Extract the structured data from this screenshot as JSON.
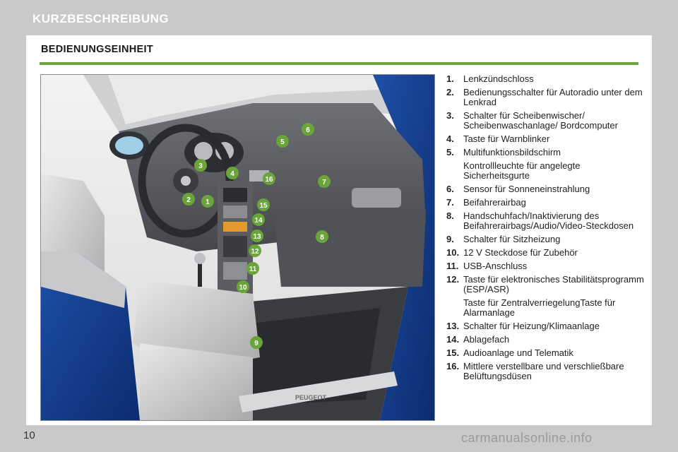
{
  "header": {
    "title": "KURZBESCHREIBUNG"
  },
  "section": {
    "title": "BEDIENUNGSEINHEIT"
  },
  "callouts": [
    "1",
    "2",
    "3",
    "4",
    "5",
    "6",
    "7",
    "8",
    "9",
    "10",
    "11",
    "12",
    "13",
    "14",
    "15",
    "16"
  ],
  "legend": [
    {
      "num": "1.",
      "text": "Lenkzündschloss"
    },
    {
      "num": "2.",
      "text": "Bedienungsschalter für Autoradio unter dem Lenkrad"
    },
    {
      "num": "3.",
      "text": "Schalter für Scheibenwischer/ Scheibenwaschanlage/ Bordcomputer"
    },
    {
      "num": "4.",
      "text": "Taste für Warnblinker"
    },
    {
      "num": "5.",
      "text": "Multifunktionsbildschirm",
      "sub": "Kontrollleuchte für angelegte Sicherheitsgurte"
    },
    {
      "num": "6.",
      "text": "Sensor für Sonneneinstrahlung"
    },
    {
      "num": "7.",
      "text": "Beifahrerairbag"
    },
    {
      "num": "8.",
      "text": "Handschuhfach/Inaktivierung des Beifahrerairbags/Audio/Video-Steckdosen"
    },
    {
      "num": "9.",
      "text": "Schalter für Sitzheizung"
    },
    {
      "num": "10.",
      "text": "12 V Steckdose für Zubehör"
    },
    {
      "num": "11.",
      "text": "USB-Anschluss"
    },
    {
      "num": "12.",
      "text": "Taste für elektronisches Stabilitätsprogramm (ESP/ASR)",
      "sub": "Taste für ZentralverriegelungTaste für Alarmanlage"
    },
    {
      "num": "13.",
      "text": "Schalter für Heizung/Klimaanlage"
    },
    {
      "num": "14.",
      "text": "Ablagefach"
    },
    {
      "num": "15.",
      "text": "Audioanlage und Telematik"
    },
    {
      "num": "16.",
      "text": "Mittlere verstellbare und verschließbare Belüftungsdüsen"
    }
  ],
  "footer": {
    "page_number": "10",
    "watermark": "carmanualsonline.info"
  },
  "illustration": {
    "sill_badge": "PEUGEOT"
  }
}
